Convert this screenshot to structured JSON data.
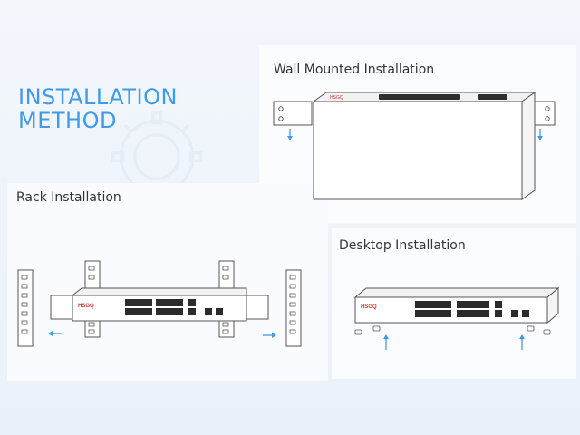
{
  "heading": {
    "line1": "INSTALLATION",
    "line2": "METHOD"
  },
  "sections": {
    "wall": {
      "label": "Wall Mounted Installation"
    },
    "rack": {
      "label": "Rack Installation"
    },
    "desktop": {
      "label": "Desktop Installation"
    }
  },
  "device": {
    "brand": "HSGQ"
  },
  "colors": {
    "accent": "#3d9be9",
    "brand": "#d6302a",
    "line": "#555555"
  },
  "icons": [
    "gear-icon",
    "arrow-left-icon",
    "arrow-right-icon",
    "arrow-down-icon",
    "arrow-up-icon"
  ]
}
